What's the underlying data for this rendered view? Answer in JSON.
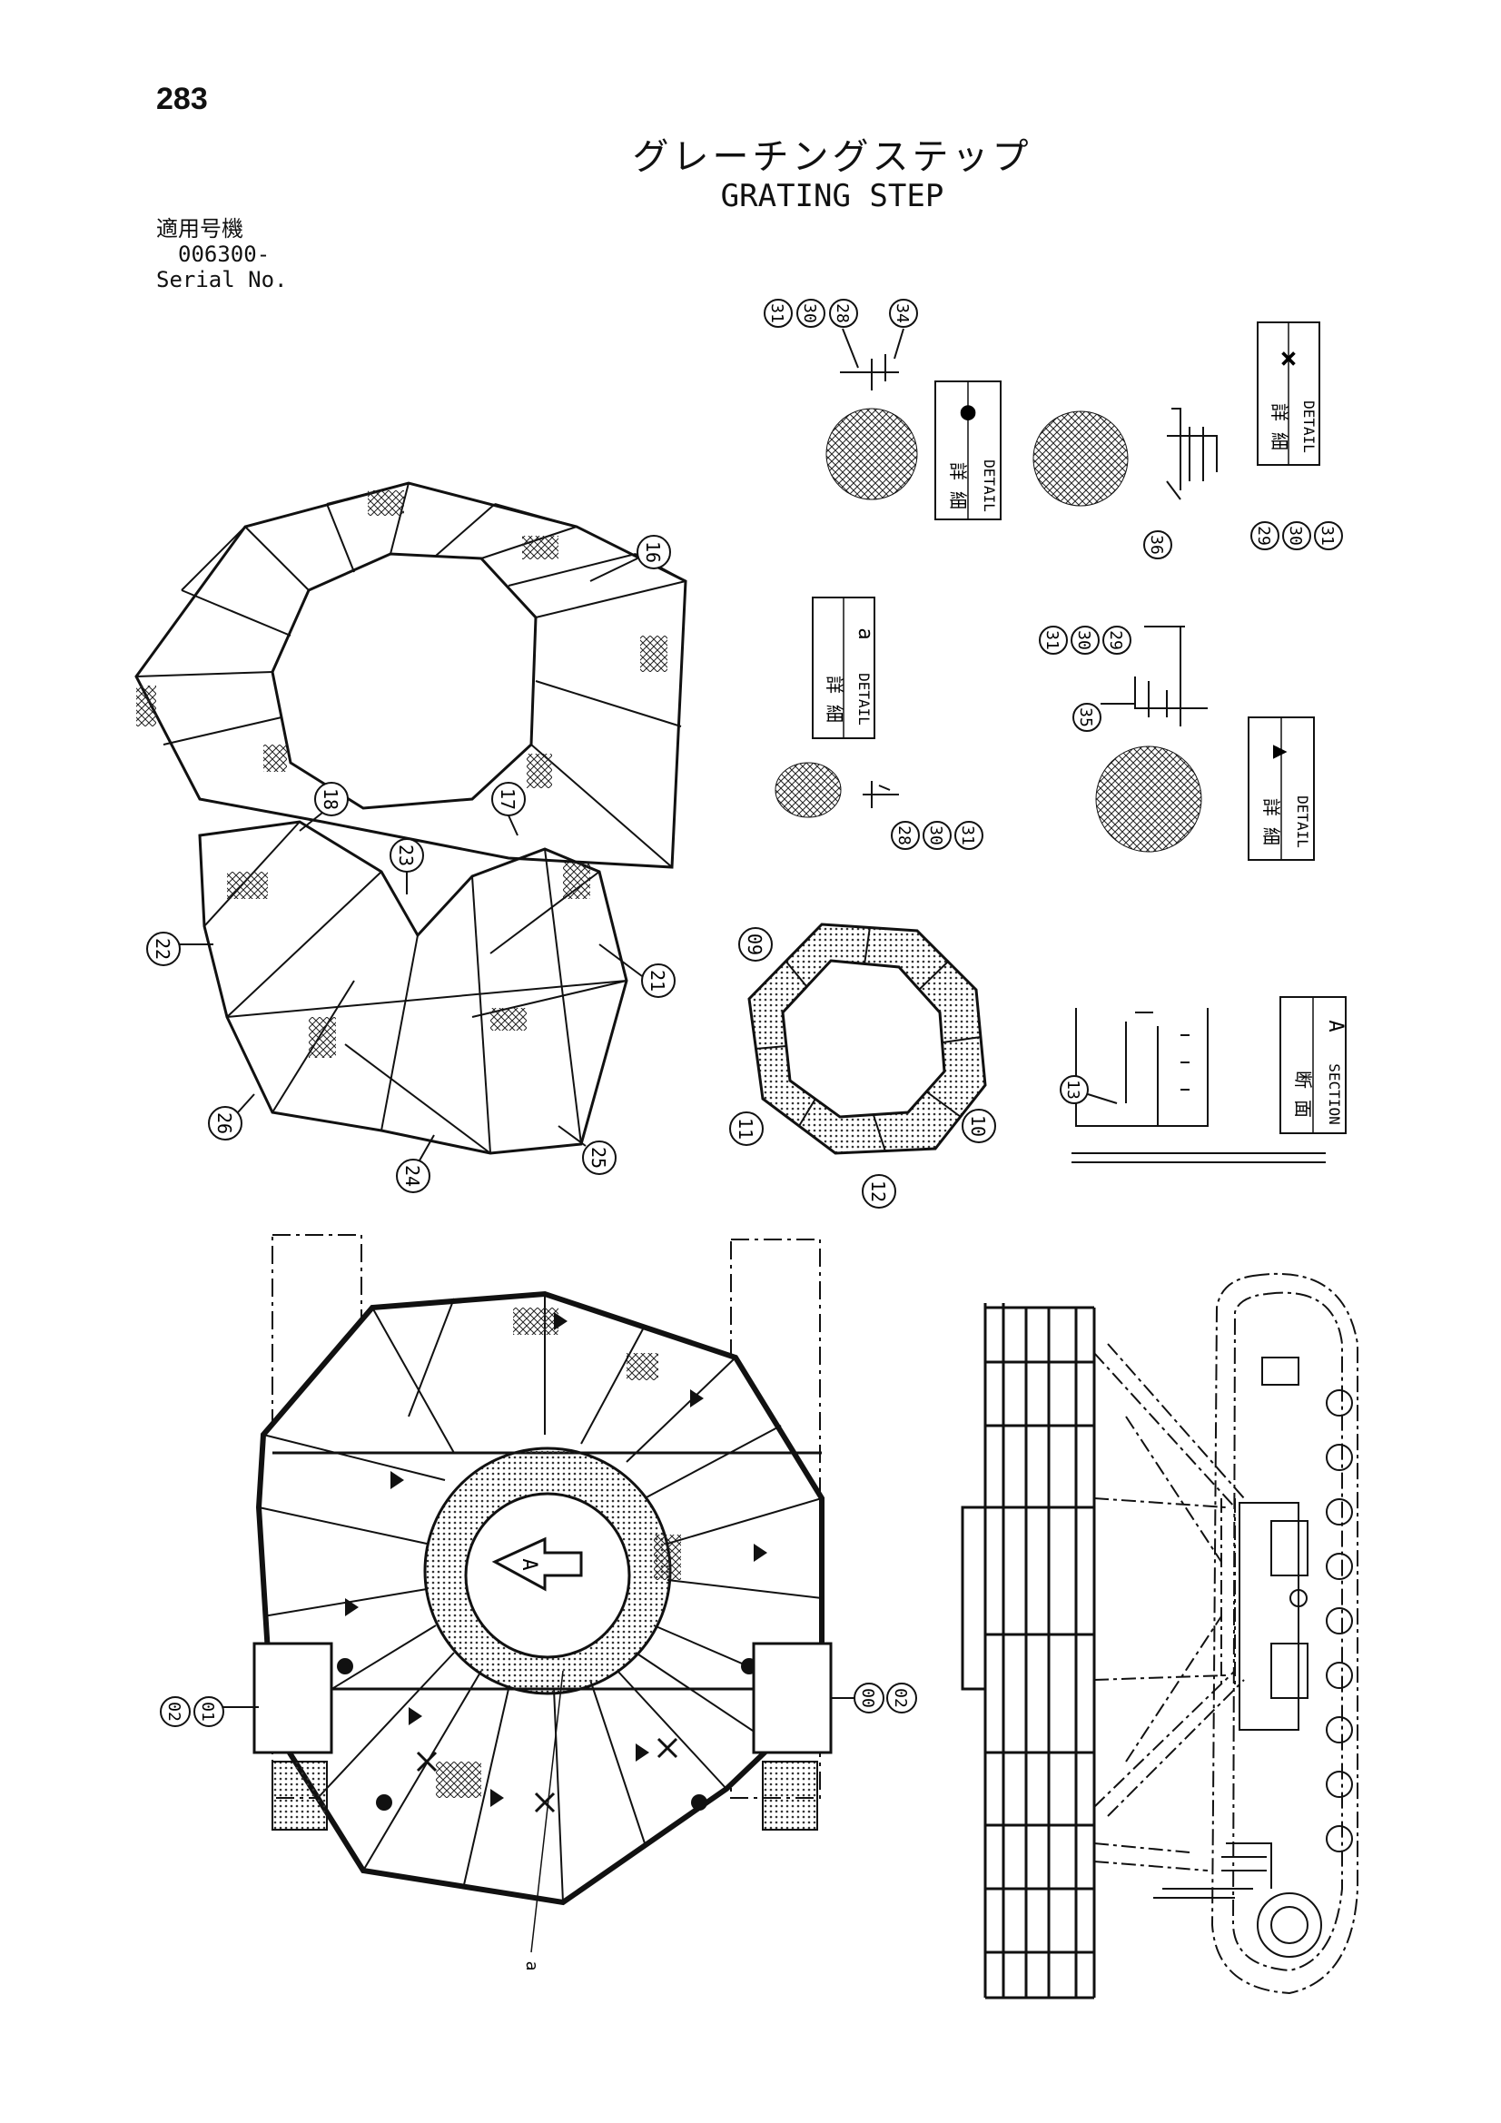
{
  "page": {
    "number": "283",
    "title_jp": "グレーチングステップ",
    "title_en": "GRATING STEP",
    "serial_label_jp": "適用号機",
    "serial_value": "006300-",
    "serial_label_en": "Serial No."
  },
  "callouts": {
    "c16": "16",
    "c17": "17",
    "c18": "18",
    "c21": "21",
    "c22": "22",
    "c23": "23",
    "c24": "24",
    "c25": "25",
    "c26": "26",
    "c09": "09",
    "c10": "10",
    "c11": "11",
    "c12": "12",
    "c13": "13",
    "c31a": "31",
    "c30a": "30",
    "c28a": "28",
    "c34": "34",
    "c36": "36",
    "c29b": "29",
    "c30b": "30",
    "c31b": "31",
    "c28c": "28",
    "c30c": "30",
    "c31c": "31",
    "c31d": "31",
    "c30d": "30",
    "c29d": "29",
    "c35": "35",
    "c02L": "02",
    "c01L": "01",
    "c00R": "00",
    "c02R": "02"
  },
  "detail_boxes": {
    "dot": {
      "jp": "詳 細",
      "en": "DETAIL",
      "symbol": "●"
    },
    "x": {
      "jp": "詳 細",
      "en": "DETAIL",
      "symbol": "×"
    },
    "a": {
      "jp": "詳 細",
      "en": "DETAIL",
      "symbol": "a"
    },
    "tri": {
      "jp": "詳 細",
      "en": "DETAIL",
      "symbol": "▲"
    },
    "section": {
      "jp": "断 面",
      "en": "SECTION",
      "symbol": "A"
    }
  },
  "plan_labels": {
    "arrow": "A",
    "leader_a": "a"
  }
}
